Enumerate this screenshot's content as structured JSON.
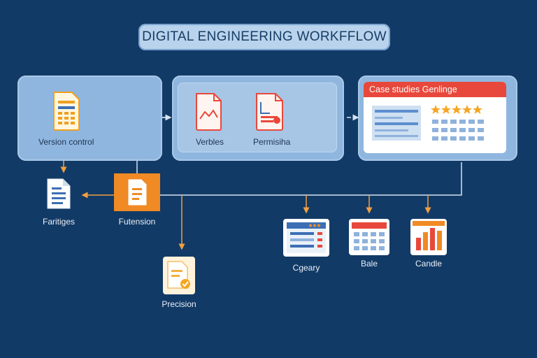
{
  "title": "DIGITAL ENGINEERING WORKFFLOW",
  "panel_left": {
    "label": "Version control",
    "icon": "spreadsheet-doc-icon"
  },
  "panel_middle": {
    "item1": {
      "label": "Verbles",
      "icon": "chart-doc-icon"
    },
    "item2": {
      "label": "Permisiha",
      "icon": "analytics-doc-icon"
    }
  },
  "panel_right": {
    "header": "Case studies Genlinge",
    "rating_stars": 5,
    "icon": "star-rating-icon"
  },
  "nodes": {
    "fartiges": {
      "label": "Faritiges",
      "icon": "text-doc-icon"
    },
    "futension": {
      "label": "Futension",
      "icon": "orange-doc-icon"
    },
    "precision": {
      "label": "Precision",
      "icon": "checked-doc-icon"
    },
    "cgentry": {
      "label": "Cgeary",
      "icon": "dashboard-window-icon"
    },
    "bale": {
      "label": "Bale",
      "icon": "calendar-grid-icon"
    },
    "candle": {
      "label": "Candle",
      "icon": "bar-chart-icon"
    }
  },
  "colors": {
    "background": "#123a66",
    "accent_orange": "#f08a24",
    "accent_red": "#e8483b",
    "connector": "#b7c9dc"
  }
}
